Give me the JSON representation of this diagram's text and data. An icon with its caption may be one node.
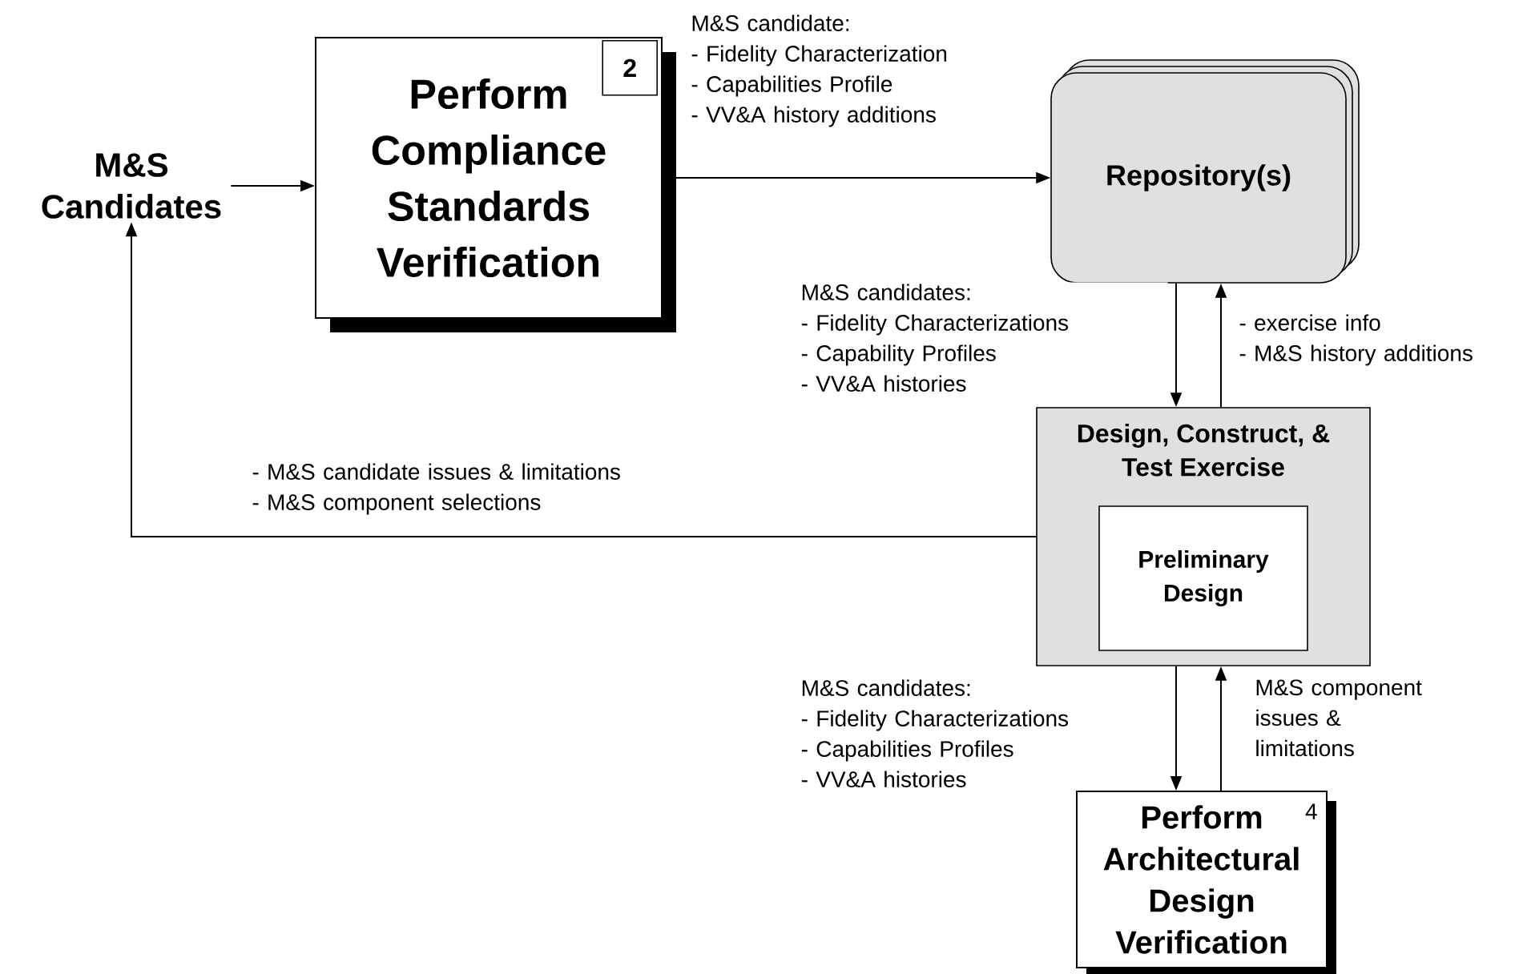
{
  "diagram": {
    "nodes": [
      {
        "text": [
          "M&S Candidates"
        ]
      },
      {
        "text": [
          "Perform Compliance Standards Verification",
          "2"
        ]
      },
      {
        "text": [
          "Repository(s)"
        ]
      },
      {
        "text": [
          "Design, Construct, & Test Exercise"
        ]
      },
      {
        "text": [
          "Preliminary Design"
        ],
        "in": 3
      },
      {
        "text": [
          "Perform Architectural Design Verification",
          "4"
        ]
      }
    ],
    "edges": [
      {
        "from": 0,
        "to": 1,
        "arrow": "to"
      },
      {
        "from": 1,
        "to": 2,
        "arrow": "to",
        "label": "M&S  candidate: - Fidelity Characterization - Capabilities Profile - VV&A history additions"
      },
      {
        "from": 2,
        "to": 3,
        "arrow": "to",
        "label": "M&S candidates: - Fidelity Characterizations - Capability Profiles - VV&A histories"
      },
      {
        "from": 3,
        "to": 2,
        "arrow": "to",
        "label": "- exercise info - M&S history additions"
      },
      {
        "from": 3,
        "to": 0,
        "arrow": "to",
        "label": "- M&S candidate issues & limitations - M&S component selections"
      },
      {
        "from": 3,
        "to": 5,
        "arrow": "to",
        "label": "M&S candidates: - Fidelity Characterizations - Capabilities Profiles - VV&A histories"
      },
      {
        "from": 5,
        "to": 3,
        "arrow": "to",
        "label": "M&S component issues & limitations"
      }
    ]
  }
}
